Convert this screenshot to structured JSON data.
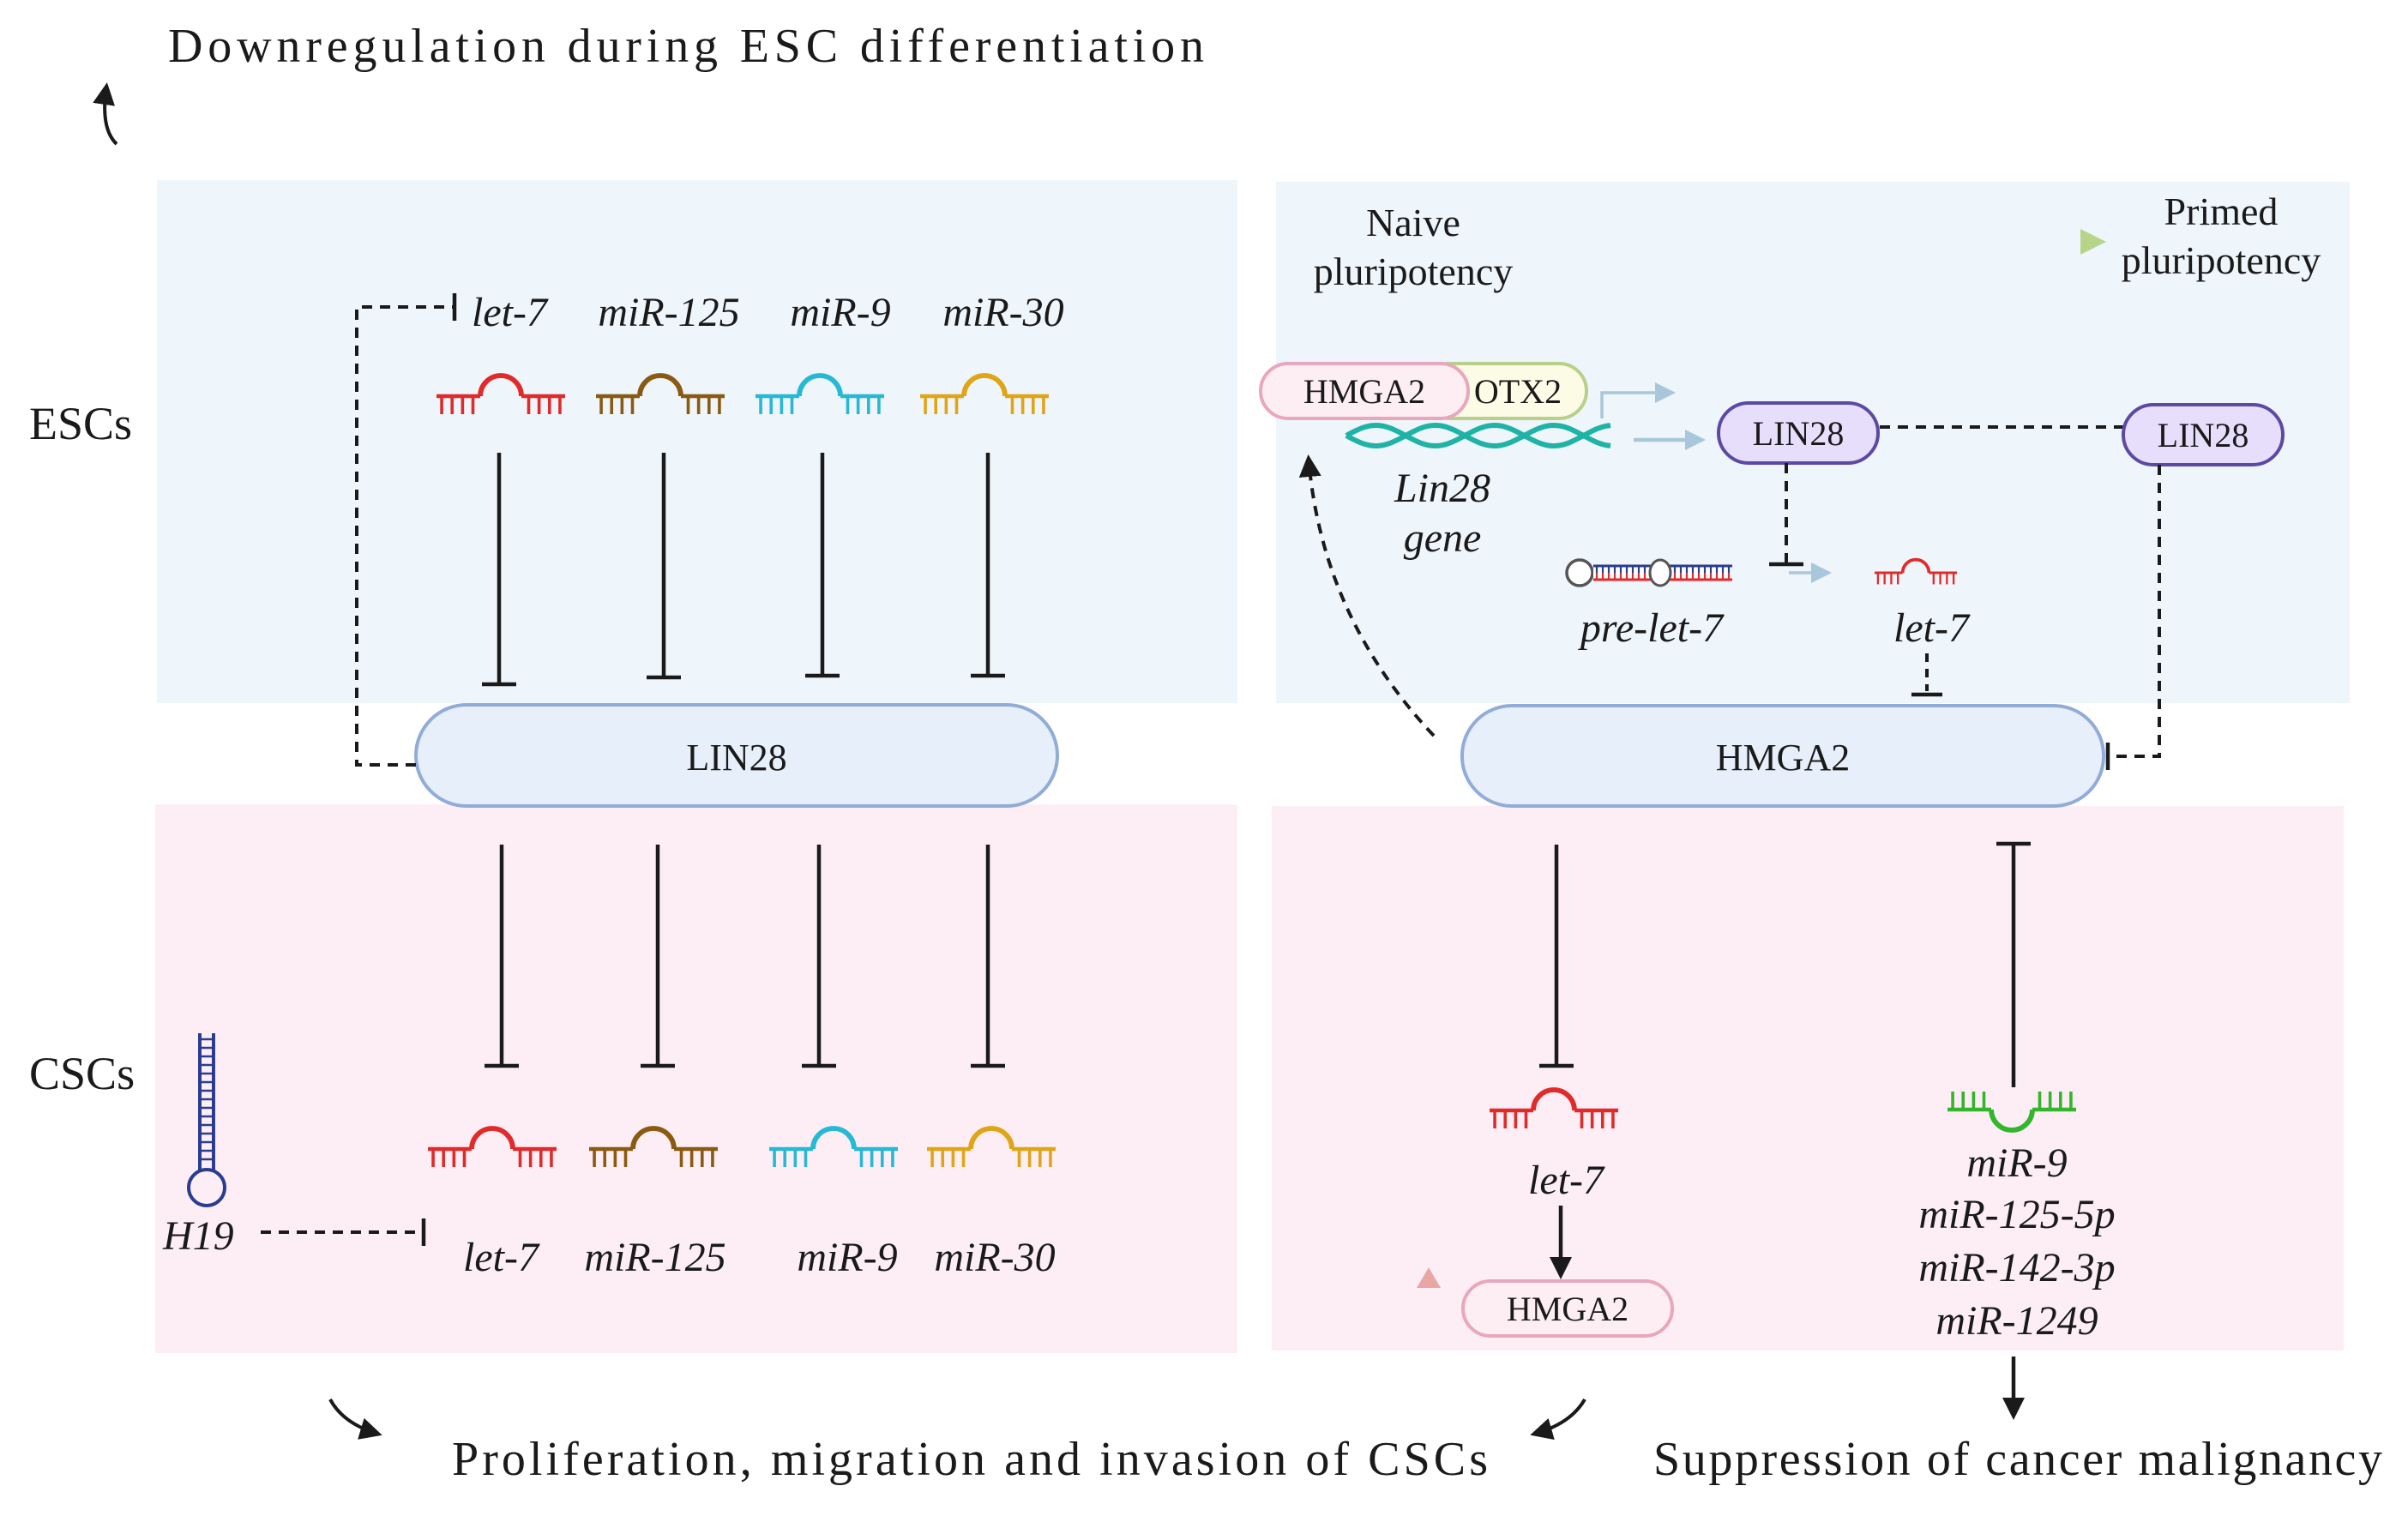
{
  "top_caption": "Downregulation during ESC differentiation",
  "row_labels": {
    "escs": "ESCs",
    "cscs": "CSCs"
  },
  "left_panel": {
    "center_node": "LIN28",
    "esc_mirnas": [
      "let-7",
      "miR-125",
      "miR-9",
      "miR-30"
    ],
    "csc_mirnas": [
      "let-7",
      "miR-125",
      "miR-9",
      "miR-30"
    ],
    "lncrna": "H19"
  },
  "right_panel": {
    "naive_line1": "Naive",
    "naive_line2": "pluripotency",
    "primed_line1": "Primed",
    "primed_line2": "pluripotency",
    "tf_hmga2": "HMGA2",
    "tf_otx2": "OTX2",
    "gene_line1": "Lin28",
    "gene_line2": "gene",
    "lin28_a": "LIN28",
    "lin28_b": "LIN28",
    "pre_let7": "pre-let-7",
    "let7_mature": "let-7",
    "center_node": "HMGA2",
    "csc_let7": "let-7",
    "csc_hmga2": "HMGA2",
    "csc_mirnas": [
      "miR-9",
      "miR-125-5p",
      "miR-142-3p",
      "miR-1249"
    ]
  },
  "bottom_captions": {
    "left": "Proliferation, migration and invasion of CSCs",
    "right": "Suppression of cancer malignancy"
  },
  "colors": {
    "esc_bg": "#eef5fb",
    "csc_bg": "#fdeef6",
    "node_fill": "#e6effa",
    "node_stroke": "#92acd8",
    "lin28_fill": "#e6defa",
    "lin28_stroke": "#5c4aa2",
    "pink_fill": "#fdeef3",
    "pink_stroke": "#e8a7bb",
    "otx2_fill": "#fbfbe6",
    "otx2_stroke": "#b8d08a",
    "red": "#e12a2a",
    "brown": "#8a5a12",
    "cyan": "#27b8d4",
    "gold": "#e0a517",
    "green": "#33b52c",
    "dna": "#1fb3a6",
    "gradient_arrow": "#b7d588",
    "light_arrow": "#a9c7da",
    "up_arrow": "#e8a7a5"
  },
  "icons": [
    "mirna-hairpin-icon",
    "dna-helix-icon",
    "pre-mirna-icon",
    "lncrna-hairpin-icon"
  ]
}
